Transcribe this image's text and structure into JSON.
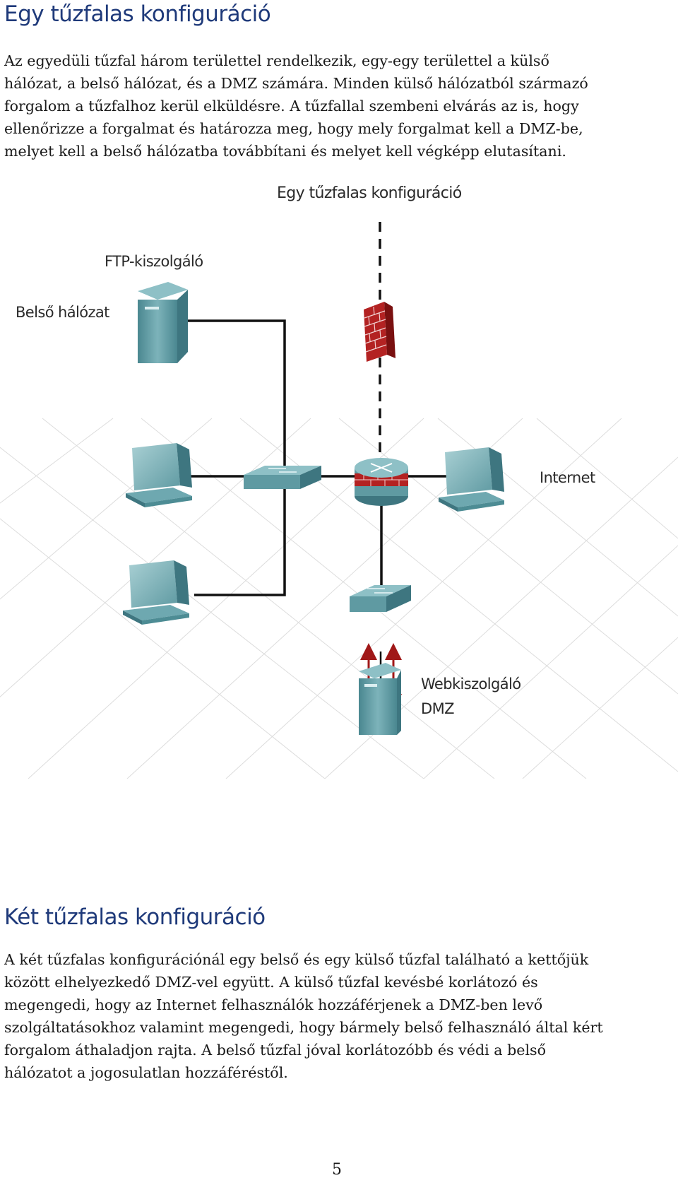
{
  "section1": {
    "heading": "Egy tűzfalas konfiguráció",
    "lines": [
      "Az egyedüli tűzfal három területtel rendelkezik, egy-egy területtel a külső",
      "hálózat, a belső hálózat, és a DMZ számára. Minden külső hálózatból származó",
      "forgalom a tűzfalhoz kerül elküldésre. A tűzfallal szembeni elvárás az is, hogy",
      "ellenőrizze a forgalmat és határozza meg, hogy mely forgalmat kell a DMZ-be,",
      "melyet kell a belső hálózatba továbbítani és melyet kell végképp elutasítani."
    ]
  },
  "diagram": {
    "title": "Egy tűzfalas konfiguráció",
    "labels": {
      "ftp": "FTP-kiszolgáló",
      "internal": "Belső hálózat",
      "internet": "Internet",
      "web": "Webkiszolgáló",
      "dmz": "DMZ"
    },
    "icons": [
      "server-icon",
      "firewall-icon",
      "desktop-computer-icon",
      "switch-icon",
      "router-icon"
    ],
    "colors": {
      "device": "#5f9aa2",
      "firewall": "#b02020",
      "arrow": "#a01818",
      "grid": "#d6d6d6",
      "cable": "#111111"
    }
  },
  "section2": {
    "heading": "Két tűzfalas konfiguráció",
    "lines": [
      "A két tűzfalas konfigurációnál egy belső és egy külső tűzfal található a kettőjük",
      "között elhelyezkedő DMZ-vel együtt. A külső tűzfal kevésbé korlátozó és",
      "megengedi, hogy az Internet felhasználók hozzáférjenek a DMZ-ben levő",
      "szolgáltatásokhoz valamint megengedi, hogy bármely belső felhasználó által kért",
      "forgalom áthaladjon rajta. A belső tűzfal jóval korlátozóbb és védi a belső",
      "hálózatot a jogosulatlan hozzáféréstől."
    ]
  },
  "page_number": "5"
}
